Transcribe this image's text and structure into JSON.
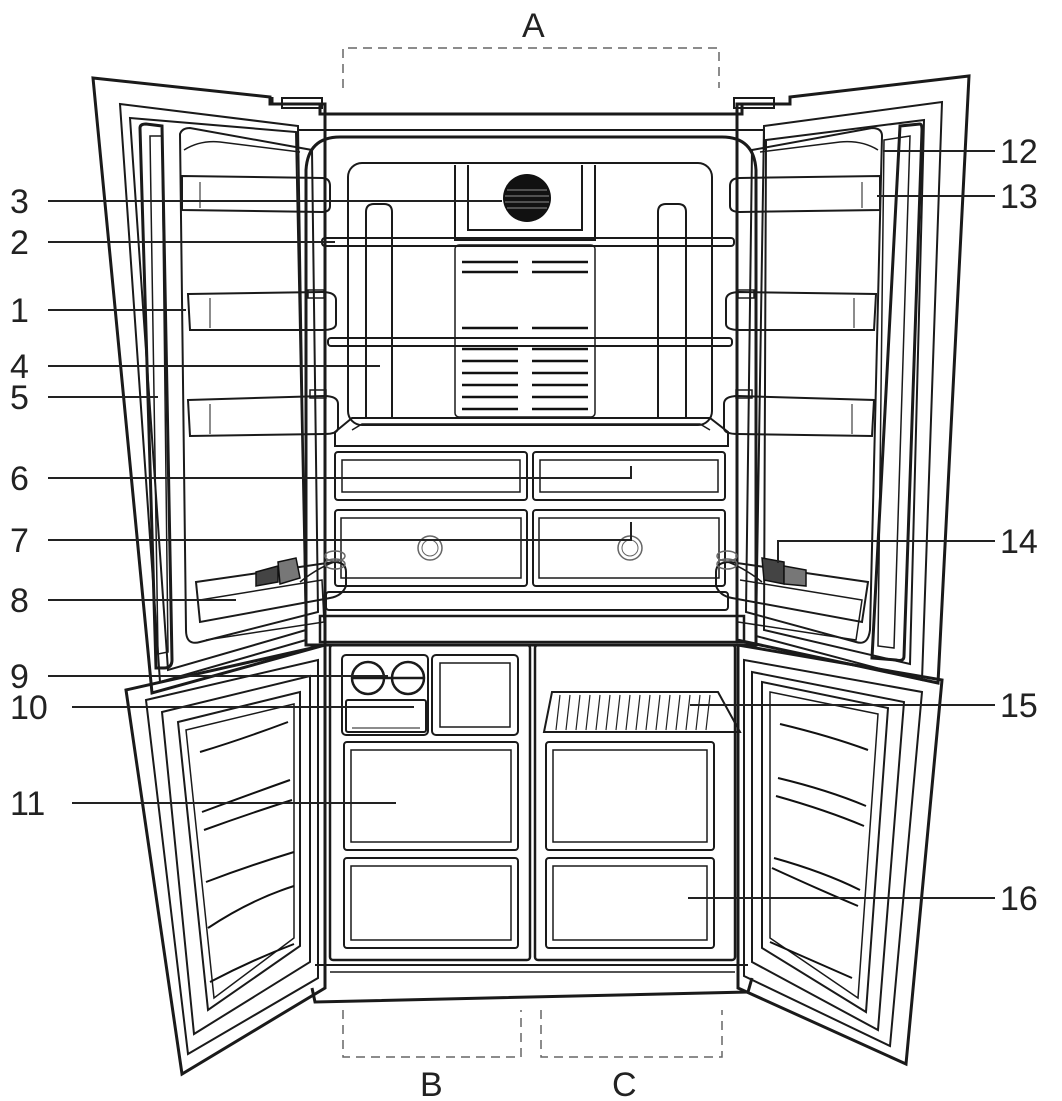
{
  "zones": {
    "a": "A",
    "b": "B",
    "c": "C"
  },
  "callouts": [
    {
      "id": "1",
      "text": "1"
    },
    {
      "id": "2",
      "text": "2"
    },
    {
      "id": "3",
      "text": "3"
    },
    {
      "id": "4",
      "text": "4"
    },
    {
      "id": "5",
      "text": "5"
    },
    {
      "id": "6",
      "text": "6"
    },
    {
      "id": "7",
      "text": "7"
    },
    {
      "id": "8",
      "text": "8"
    },
    {
      "id": "9",
      "text": "9"
    },
    {
      "id": "10",
      "text": "10"
    },
    {
      "id": "11",
      "text": "11"
    },
    {
      "id": "12",
      "text": "12"
    },
    {
      "id": "13",
      "text": "13"
    },
    {
      "id": "14",
      "text": "14"
    },
    {
      "id": "15",
      "text": "15"
    },
    {
      "id": "16",
      "text": "16"
    }
  ]
}
